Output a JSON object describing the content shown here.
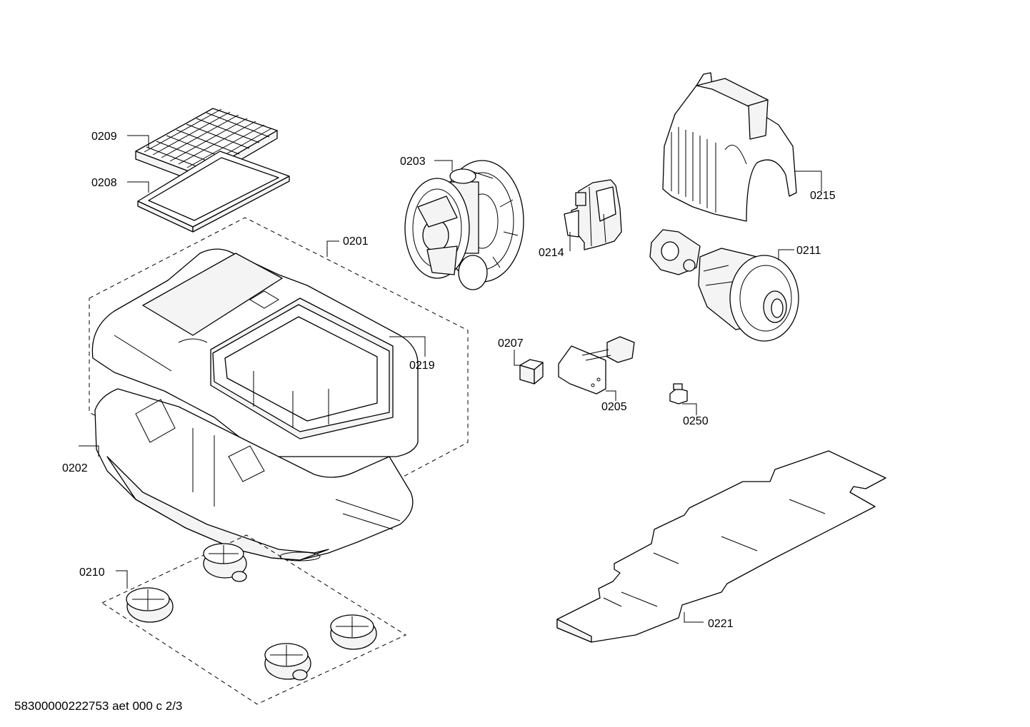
{
  "diagram": {
    "callouts": {
      "c0209": "0209",
      "c0208": "0208",
      "c0203": "0203",
      "c0201": "0201",
      "c0214": "0214",
      "c0215": "0215",
      "c0211": "0211",
      "c0219": "0219",
      "c0207": "0207",
      "c0205": "0205",
      "c0250": "0250",
      "c0202": "0202",
      "c0210": "0210",
      "c0221": "0221"
    }
  },
  "footer": {
    "doc_id": "58300000222753 aet 000 c 2/3"
  }
}
